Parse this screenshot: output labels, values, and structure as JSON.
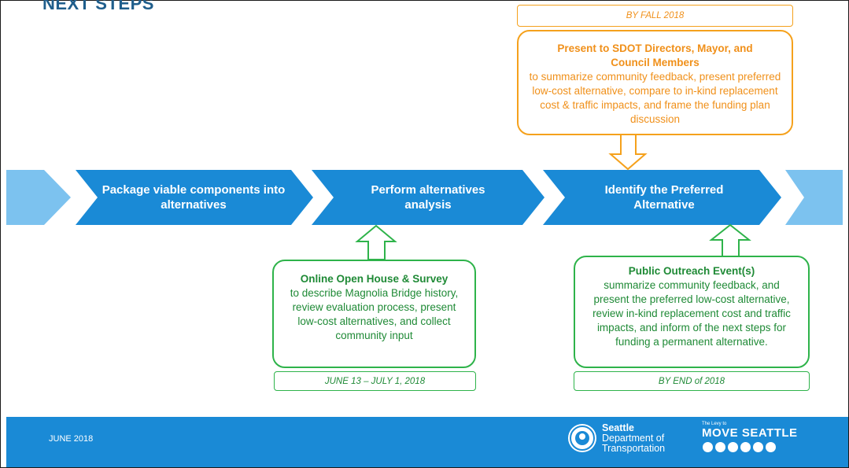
{
  "slide": {
    "title": "NEXT STEPS"
  },
  "steps": [
    {
      "label": "Package viable components into alternatives"
    },
    {
      "label": "Perform alternatives analysis"
    },
    {
      "label": "Identify the Preferred Alternative"
    }
  ],
  "fall_box": {
    "date": "BY FALL 2018",
    "heading": "Present to SDOT Directors, Mayor, and Council Members",
    "body": "to summarize community feedback, present preferred low-cost alternative, compare to in-kind replacement cost & traffic impacts, and frame the funding plan discussion"
  },
  "open_house_box": {
    "heading": "Online Open House & Survey",
    "body": "to describe Magnolia Bridge history, review evaluation process, present low-cost alternatives, and collect community input",
    "date": "JUNE 13 – JULY 1, 2018"
  },
  "outreach_box": {
    "heading": "Public Outreach Event(s)",
    "body": "summarize community feedback, and present the preferred low-cost alternative, review in-kind replacement cost and traffic impacts, and inform of the next steps for funding a permanent alternative.",
    "date": "BY END of 2018"
  },
  "footer": {
    "date": "JUNE 2018",
    "sdot_line1": "Seattle",
    "sdot_line2": "Department of",
    "sdot_line3": "Transportation",
    "move_small": "The Levy to",
    "move_title": "MOVE SEATTLE"
  },
  "colors": {
    "arrow_main": "#1a8ad6",
    "arrow_light": "#7cc2ef",
    "orange": "#f5a11c",
    "green": "#2eb34a"
  }
}
